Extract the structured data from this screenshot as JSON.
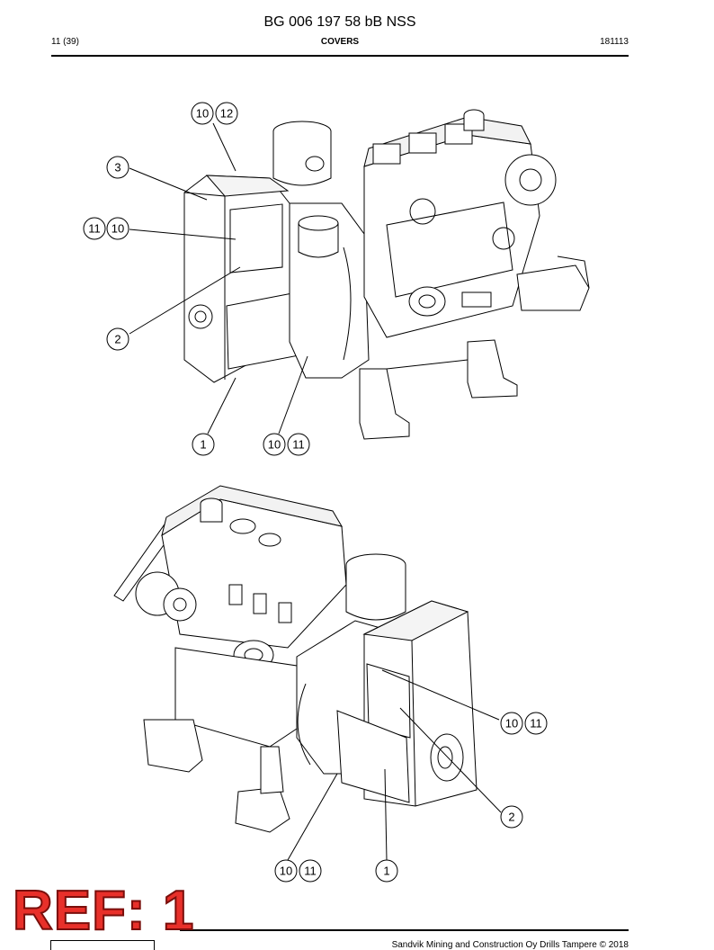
{
  "header": {
    "document_title": "BG 006 197 58 bB NSS",
    "page": "11 (39)",
    "section": "COVERS",
    "date_code": "181113"
  },
  "callouts": {
    "top_10a": "10",
    "top_12": "12",
    "top_3": "3",
    "top_11a": "11",
    "top_10b": "10",
    "top_2": "2",
    "top_1": "1",
    "top_10c": "10",
    "top_11b": "11",
    "bot_10a": "10",
    "bot_11a": "11",
    "bot_2": "2",
    "bot_10b": "10",
    "bot_11b": "11",
    "bot_1": "1"
  },
  "stamp": {
    "text": "REF: 1"
  },
  "footer": {
    "copyright": "Sandvik Mining and Construction Oy Drills Tampere © 2018"
  }
}
